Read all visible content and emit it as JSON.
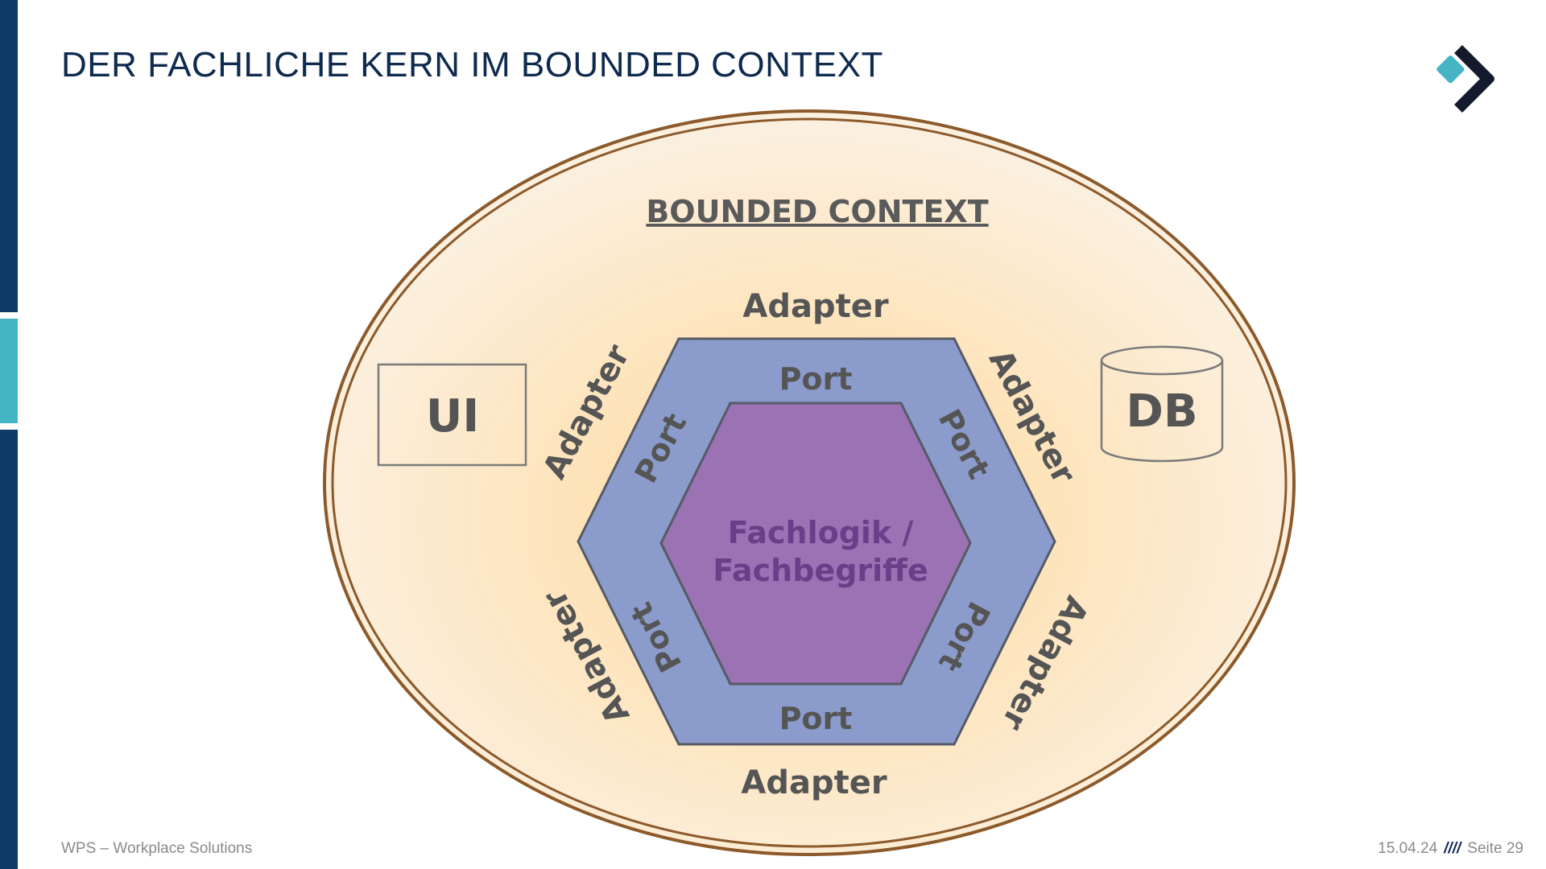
{
  "slide": {
    "title": "DER FACHLICHE KERN IM BOUNDED CONTEXT"
  },
  "diagram": {
    "context_label": "BOUNDED CONTEXT",
    "adapter_label": "Adapter",
    "port_label": "Port",
    "core_line1": "Fachlogik /",
    "core_line2": "Fachbegriffe",
    "ui_label": "UI",
    "db_label": "DB"
  },
  "footer": {
    "company": "WPS – Workplace Solutions",
    "date": "15.04.24",
    "separator": "////",
    "page": "Seite 29"
  },
  "colors": {
    "navy": "#0e3a66",
    "teal": "#45b4c4",
    "ellipse_fill": "#fde8c8",
    "ellipse_border": "#8c5a2b",
    "port_ring": "#8b9ccc",
    "core": "#9b72b4",
    "core_text": "#6a3f8a",
    "label_gray": "#555555"
  }
}
